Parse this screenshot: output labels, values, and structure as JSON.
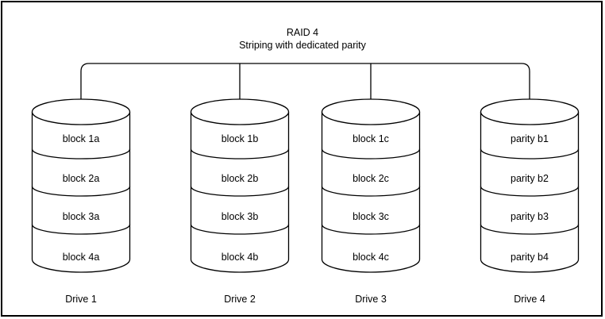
{
  "title": "RAID 4",
  "subtitle": "Striping with dedicated parity",
  "drives": [
    {
      "label": "Drive 1",
      "blocks": [
        "block 1a",
        "block 2a",
        "block 3a",
        "block 4a"
      ]
    },
    {
      "label": "Drive 2",
      "blocks": [
        "block 1b",
        "block 2b",
        "block 3b",
        "block 4b"
      ]
    },
    {
      "label": "Drive 3",
      "blocks": [
        "block 1c",
        "block 2c",
        "block 3c",
        "block 4c"
      ]
    },
    {
      "label": "Drive 4",
      "blocks": [
        "parity b1",
        "parity b2",
        "parity b3",
        "parity b4"
      ]
    }
  ],
  "colors": {
    "line": "#000000",
    "background": "#ffffff",
    "text": "#000000"
  }
}
